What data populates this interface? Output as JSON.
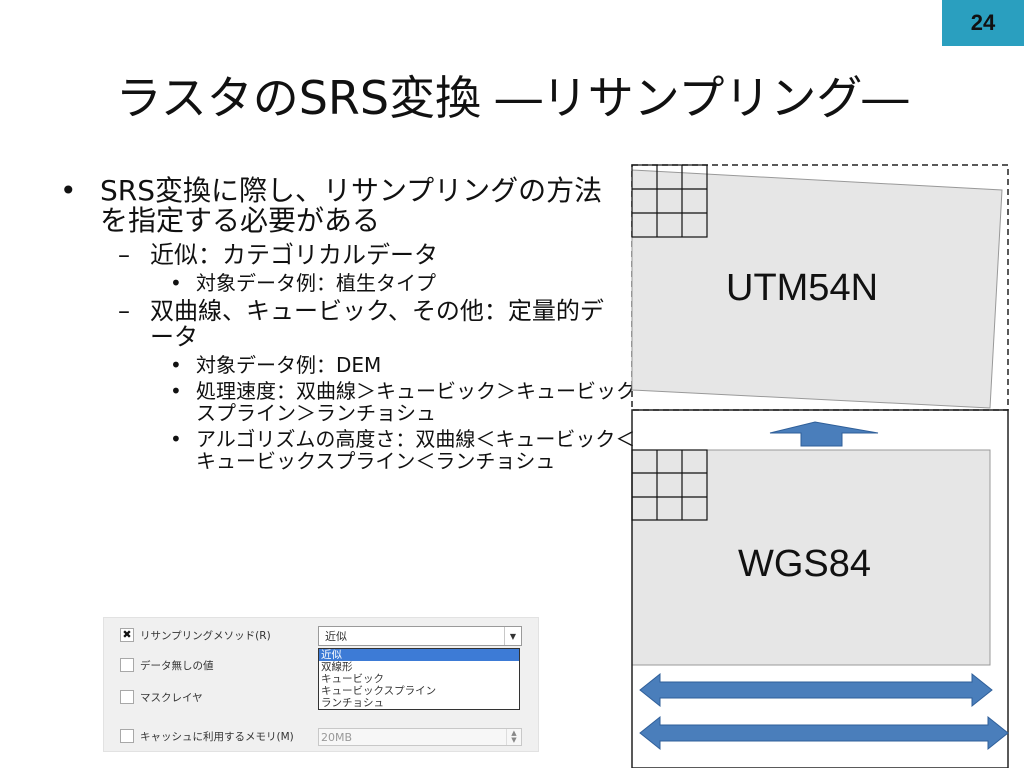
{
  "slide": {
    "page_number": "24",
    "title": "ラスタのSRS変換 ―リサンプリング―",
    "bullets": [
      {
        "level": 1,
        "marker": "•",
        "text": "SRS変換に際し、リサンプリングの方法を指定する必要がある"
      },
      {
        "level": 2,
        "marker": "–",
        "text": "近似：カテゴリカルデータ"
      },
      {
        "level": 3,
        "marker": "•",
        "text": "対象データ例：植生タイプ"
      },
      {
        "level": 2,
        "marker": "–",
        "text": "双曲線、キュービック、その他：定量的データ"
      },
      {
        "level": 3,
        "marker": "•",
        "text": "対象データ例：DEM"
      },
      {
        "level": 3,
        "marker": "•",
        "text": "処理速度：双曲線＞キュービック＞キュービックスプライン＞ランチョシュ"
      },
      {
        "level": 3,
        "marker": "•",
        "text": "アルゴリズムの高度さ：双曲線＜キュービック＜キュービックスプライン＜ランチョシュ"
      }
    ]
  },
  "dialog": {
    "resampling_label": "リサンプリングメソッド(R)",
    "resampling_checked": true,
    "check_mark": "✖",
    "resampling_value": "近似",
    "nodata_label": "データ無しの値",
    "mask_label": "マスクレイヤ",
    "cache_label": "キャッシュに利用するメモリ(M)",
    "cache_value": "20MB",
    "dropdown_arrow": "▼",
    "spin_up": "▲",
    "spin_down": "▼",
    "options": [
      "近似",
      "双線形",
      "キュービック",
      "キュービックスプライン",
      "ランチョシュ"
    ],
    "selected_index": 0
  },
  "diagram": {
    "top_label": "UTM54N",
    "bottom_label": "WGS84",
    "fill_color": "#e6e6e6",
    "arrow_color": "#4a7ebb"
  }
}
